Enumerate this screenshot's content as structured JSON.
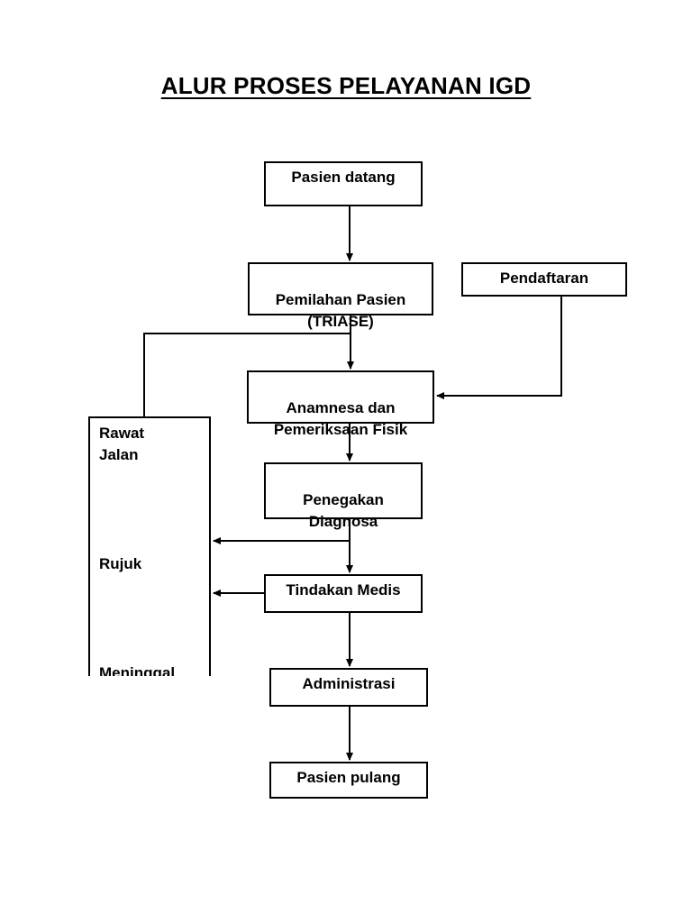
{
  "title": "ALUR PROSES PELAYANAN IGD",
  "nodes": {
    "pasien_datang": "Pasien datang",
    "triase": "Pemilahan Pasien\n(TRIASE)",
    "pendaftaran": "Pendaftaran",
    "anamnesa": "Anamnesa dan\nPemeriksaan Fisik",
    "diagnosa": "Penegakan\nDiagnosa",
    "tindakan": "Tindakan Medis",
    "administrasi": "Administrasi",
    "pulang": "Pasien pulang"
  },
  "outcomes": {
    "rawat_jalan": "Rawat\nJalan",
    "rujuk": "Rujuk",
    "meninggal": "Meninggal"
  },
  "colors": {
    "stroke": "#000000",
    "background": "#ffffff"
  }
}
